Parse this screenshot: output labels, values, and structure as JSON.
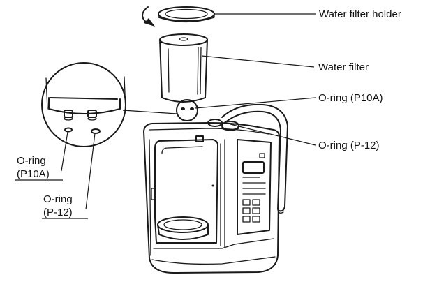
{
  "diagram": {
    "callouts": {
      "filter_holder": "Water filter holder",
      "filter": "Water filter",
      "oring_p10a_right": "O-ring (P10A)",
      "oring_p12_right": "O-ring (P-12)",
      "oring_p10a_left_line1": "O-ring",
      "oring_p10a_left_line2": "(P10A)",
      "oring_p12_left_line1": "O-ring",
      "oring_p12_left_line2": "(P-12)"
    },
    "ink_color": "#1a1a1a",
    "background_color": "#ffffff"
  }
}
